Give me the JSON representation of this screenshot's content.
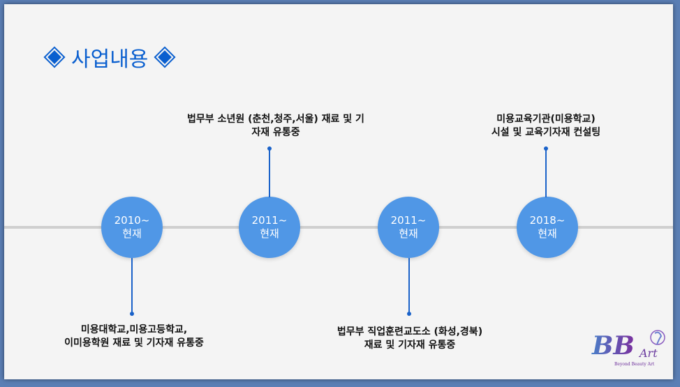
{
  "title": "사업내용",
  "items": [
    {
      "year": "2010~",
      "status": "현재",
      "desc": [
        "미용대학교,미용고등학교,",
        "이미용학원 재료 및 기자재 유통중"
      ]
    },
    {
      "year": "2011~",
      "status": "현재",
      "desc": [
        "법무부 소년원 (춘천,청주,서울) 재료 및 기",
        "자재 유통중"
      ]
    },
    {
      "year": "2011~",
      "status": "현재",
      "desc": [
        "법무부 직업훈련교도소 (화성,경북)",
        "재료 및 기자재 유통중"
      ]
    },
    {
      "year": "2018~",
      "status": "현재",
      "desc": [
        "미용교육기관(미용학교)",
        "시설 및 교육기자재 컨설팅"
      ]
    }
  ],
  "logo": {
    "text": "BB Art",
    "tagline": "Beyond Beauty Art"
  },
  "colors": {
    "accent": "#0a5fcf",
    "circle": "#5097e6"
  }
}
